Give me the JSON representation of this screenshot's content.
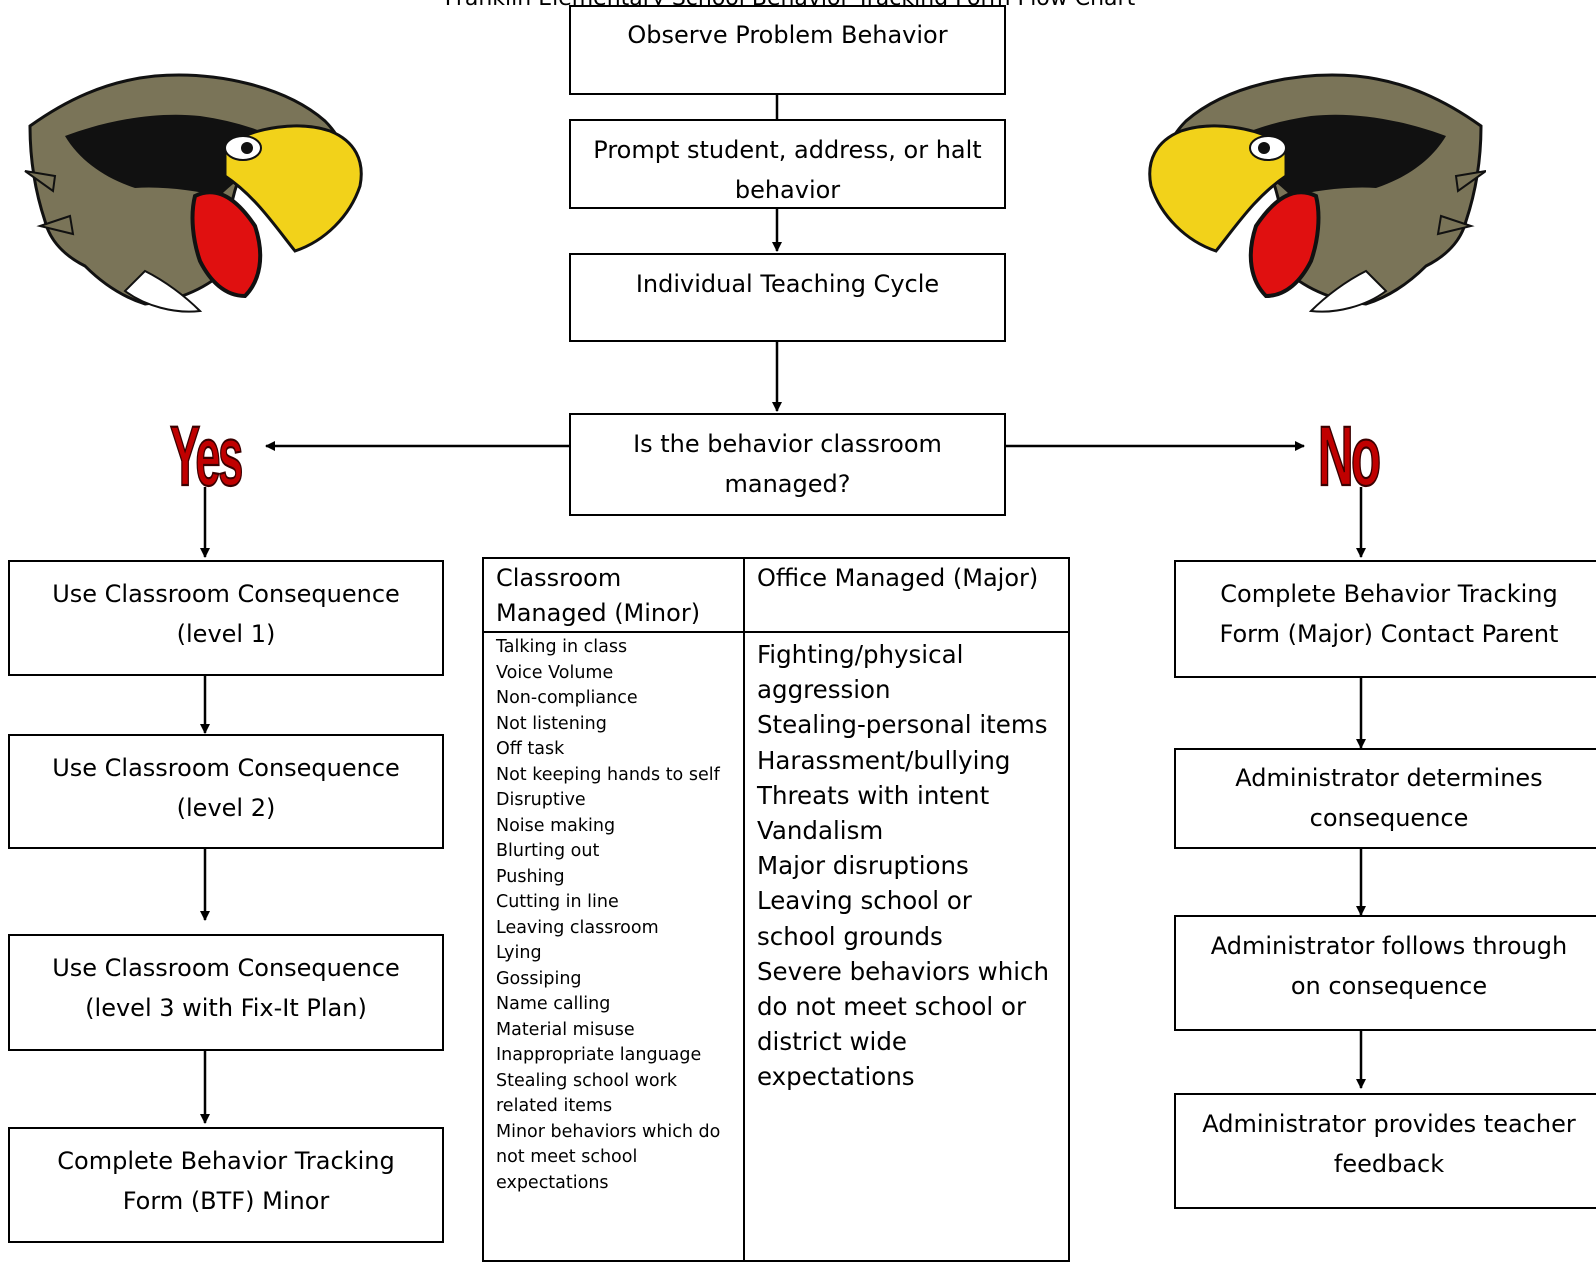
{
  "title": "Franklin Elementary School Behavior Tracking Form Flow Chart",
  "steps": {
    "observe": "Observe Problem Behavior",
    "prompt": "Prompt student, address, or halt behavior",
    "teaching": "Individual Teaching Cycle",
    "question_line1": "Is the behavior classroom",
    "question_line2": "managed?"
  },
  "branches": {
    "yes": "Yes",
    "no": "No"
  },
  "yes_path": [
    {
      "line1": "Use Classroom Consequence",
      "line2": "(level 1)"
    },
    {
      "line1": "Use Classroom Consequence",
      "line2": "(level 2)"
    },
    {
      "line1": "Use Classroom Consequence",
      "line2": "(level 3 with Fix-It Plan)"
    },
    {
      "line1": "Complete Behavior Tracking",
      "line2": "Form (BTF) Minor"
    }
  ],
  "no_path": [
    {
      "line1": "Complete Behavior Tracking",
      "line2": "Form (Major) Contact Parent"
    },
    {
      "line1": "Administrator determines",
      "line2": "consequence"
    },
    {
      "line1": "Administrator follows through",
      "line2": "on consequence"
    },
    {
      "line1": "Administrator provides teacher",
      "line2": "feedback"
    }
  ],
  "table": {
    "minor_header": "Classroom Managed (Minor)",
    "major_header": "Office Managed (Major)",
    "minor_items": [
      "Talking in class",
      "Voice Volume",
      "Non-compliance",
      "Not listening",
      "Off task",
      "Not keeping hands to self",
      "Disruptive",
      "Noise making",
      "Blurting out",
      "Pushing",
      "Cutting in line",
      "Leaving classroom",
      "Lying",
      "Gossiping",
      "Name calling",
      "Material misuse",
      "Inappropriate language",
      "Stealing school work related items",
      "Minor behaviors which do not meet school expectations"
    ],
    "major_items": [
      "Fighting/physical aggression",
      "Stealing-personal items",
      "Harassment/bullying",
      "Threats with intent",
      "Vandalism",
      "Major disruptions",
      "Leaving school or school grounds",
      "Severe behaviors which do not meet school or district wide expectations"
    ]
  },
  "colors": {
    "yes_no_red": "#c00000",
    "mascot_olive": "#7a7458",
    "beak_yellow": "#f2d21a",
    "mouth_red": "#e01010"
  },
  "icons": [
    "hawk-mascot-left",
    "hawk-mascot-right"
  ]
}
